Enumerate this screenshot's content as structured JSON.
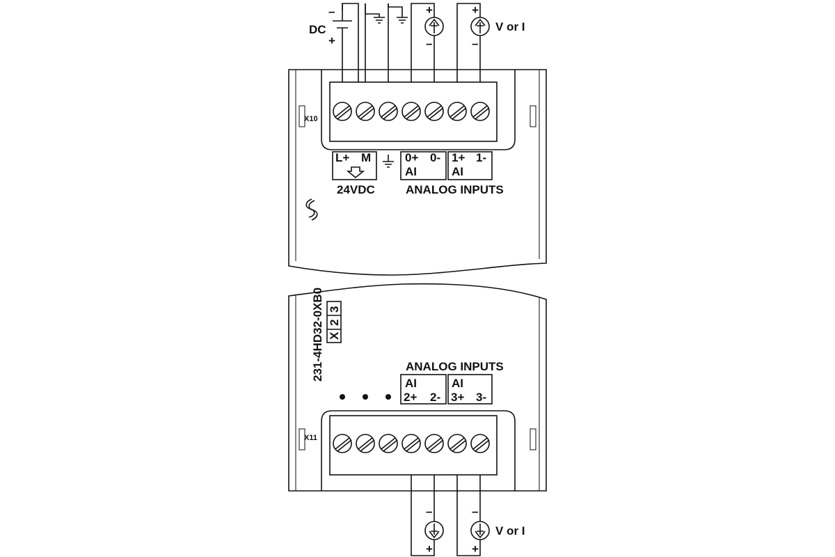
{
  "top": {
    "supply_label": "DC",
    "supply_minus": "–",
    "supply_plus": "+",
    "source_plus": "+",
    "source_minus": "–",
    "source_label": "V or I",
    "connector_id": "X10",
    "terminals_labels": [
      "L+",
      "M",
      "0+",
      "0-",
      "1+",
      "1-"
    ],
    "ai_labels": [
      "AI",
      "AI"
    ],
    "power_label": "24VDC",
    "group_label": "ANALOG INPUTS"
  },
  "bottom": {
    "part_number": "231-4HD32-0XB0",
    "rev_boxes": [
      "X",
      "2",
      "3"
    ],
    "group_label": "ANALOG INPUTS",
    "ai_labels": [
      "AI",
      "AI"
    ],
    "terminal_labels": [
      "2+",
      "2-",
      "3+",
      "3-"
    ],
    "connector_id": "X11",
    "source_label": "V or I",
    "source_minus": "–",
    "source_plus": "+"
  },
  "icons": [
    "arrow-up-icon",
    "arrow-down-icon",
    "ground-icon",
    "siemens-logo-icon",
    "screw-terminal-icon"
  ]
}
